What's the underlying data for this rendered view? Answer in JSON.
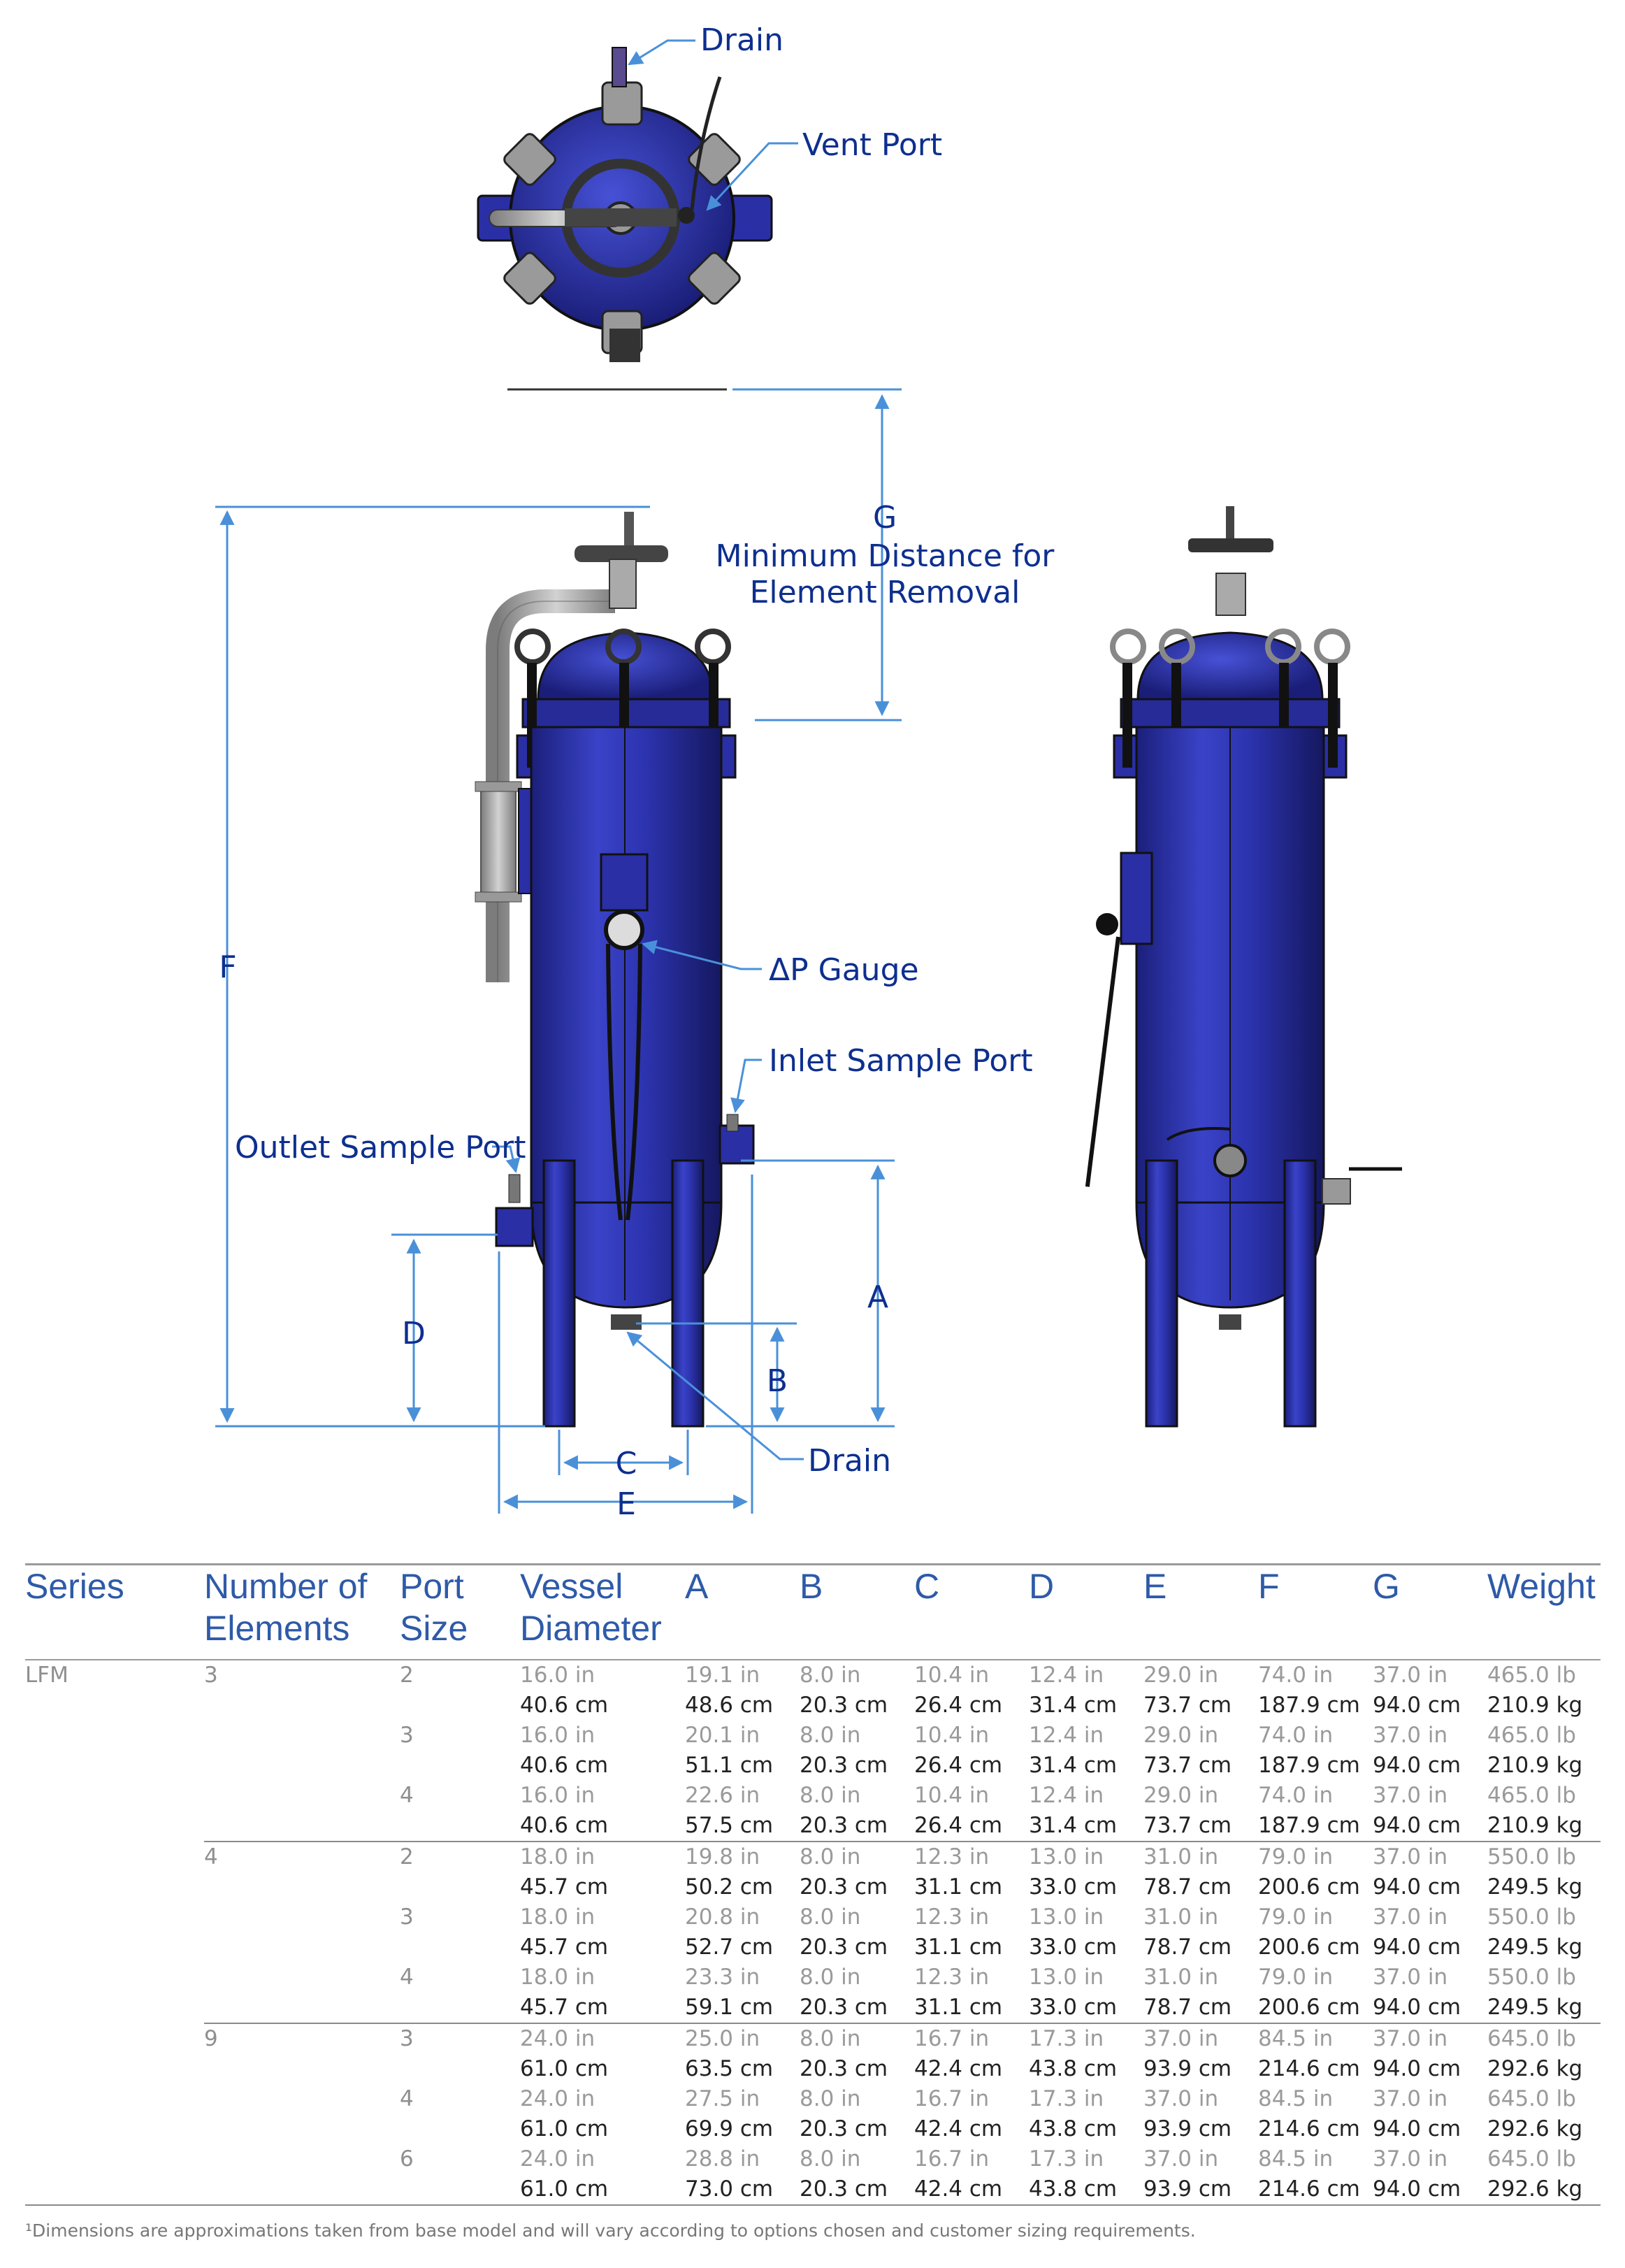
{
  "callouts": {
    "drain_top": "Drain",
    "vent_port": "Vent Port",
    "g_label": "G",
    "g_desc_line1": "Minimum Distance for",
    "g_desc_line2": "Element Removal",
    "dp_gauge": "ΔP Gauge",
    "inlet_sample_port": "Inlet Sample Port",
    "outlet_sample_port": "Outlet Sample Port",
    "drain_bottom": "Drain"
  },
  "dimension_letters": {
    "a": "A",
    "b": "B",
    "c": "C",
    "d": "D",
    "e": "E",
    "f": "F"
  },
  "colors": {
    "vessel_blue": "#2a2fa6",
    "callout_text": "#0d2f8f",
    "dimension_line": "#4a90d9",
    "header_text": "#2e5aa8"
  },
  "table": {
    "headers": {
      "series": "Series",
      "elements_1": "Number of",
      "elements_2": "Elements",
      "port_1": "Port",
      "port_2": "Size",
      "vessel_1": "Vessel",
      "vessel_2": "Diameter",
      "a": "A",
      "b": "B",
      "c": "C",
      "d": "D",
      "e": "E",
      "f": "F",
      "g": "G",
      "weight": "Weight"
    },
    "series_name": "LFM",
    "elements": [
      "3",
      "4",
      "9"
    ],
    "rows": [
      {
        "port": "2",
        "vessel": [
          "16.0 in",
          "40.6 cm"
        ],
        "a": [
          "19.1 in",
          "48.6 cm"
        ],
        "b": [
          "8.0 in",
          "20.3 cm"
        ],
        "c": [
          "10.4 in",
          "26.4 cm"
        ],
        "d": [
          "12.4 in",
          "31.4 cm"
        ],
        "e": [
          "29.0 in",
          "73.7 cm"
        ],
        "f": [
          "74.0 in",
          "187.9 cm"
        ],
        "g": [
          "37.0 in",
          "94.0 cm"
        ],
        "w": [
          "465.0 lb",
          "210.9 kg"
        ]
      },
      {
        "port": "3",
        "vessel": [
          "16.0 in",
          "40.6 cm"
        ],
        "a": [
          "20.1 in",
          "51.1 cm"
        ],
        "b": [
          "8.0 in",
          "20.3 cm"
        ],
        "c": [
          "10.4 in",
          "26.4 cm"
        ],
        "d": [
          "12.4 in",
          "31.4 cm"
        ],
        "e": [
          "29.0 in",
          "73.7 cm"
        ],
        "f": [
          "74.0 in",
          "187.9 cm"
        ],
        "g": [
          "37.0 in",
          "94.0 cm"
        ],
        "w": [
          "465.0 lb",
          "210.9 kg"
        ]
      },
      {
        "port": "4",
        "vessel": [
          "16.0 in",
          "40.6 cm"
        ],
        "a": [
          "22.6 in",
          "57.5 cm"
        ],
        "b": [
          "8.0 in",
          "20.3 cm"
        ],
        "c": [
          "10.4 in",
          "26.4 cm"
        ],
        "d": [
          "12.4 in",
          "31.4 cm"
        ],
        "e": [
          "29.0 in",
          "73.7 cm"
        ],
        "f": [
          "74.0 in",
          "187.9 cm"
        ],
        "g": [
          "37.0 in",
          "94.0 cm"
        ],
        "w": [
          "465.0 lb",
          "210.9 kg"
        ]
      },
      {
        "port": "2",
        "vessel": [
          "18.0 in",
          "45.7 cm"
        ],
        "a": [
          "19.8 in",
          "50.2 cm"
        ],
        "b": [
          "8.0 in",
          "20.3 cm"
        ],
        "c": [
          "12.3 in",
          "31.1 cm"
        ],
        "d": [
          "13.0 in",
          "33.0 cm"
        ],
        "e": [
          "31.0 in",
          "78.7 cm"
        ],
        "f": [
          "79.0 in",
          "200.6 cm"
        ],
        "g": [
          "37.0 in",
          "94.0 cm"
        ],
        "w": [
          "550.0 lb",
          "249.5 kg"
        ]
      },
      {
        "port": "3",
        "vessel": [
          "18.0 in",
          "45.7 cm"
        ],
        "a": [
          "20.8 in",
          "52.7 cm"
        ],
        "b": [
          "8.0 in",
          "20.3 cm"
        ],
        "c": [
          "12.3 in",
          "31.1 cm"
        ],
        "d": [
          "13.0 in",
          "33.0 cm"
        ],
        "e": [
          "31.0 in",
          "78.7 cm"
        ],
        "f": [
          "79.0 in",
          "200.6 cm"
        ],
        "g": [
          "37.0 in",
          "94.0 cm"
        ],
        "w": [
          "550.0 lb",
          "249.5 kg"
        ]
      },
      {
        "port": "4",
        "vessel": [
          "18.0 in",
          "45.7 cm"
        ],
        "a": [
          "23.3 in",
          "59.1 cm"
        ],
        "b": [
          "8.0 in",
          "20.3 cm"
        ],
        "c": [
          "12.3 in",
          "31.1 cm"
        ],
        "d": [
          "13.0 in",
          "33.0 cm"
        ],
        "e": [
          "31.0 in",
          "78.7 cm"
        ],
        "f": [
          "79.0 in",
          "200.6 cm"
        ],
        "g": [
          "37.0 in",
          "94.0 cm"
        ],
        "w": [
          "550.0 lb",
          "249.5 kg"
        ]
      },
      {
        "port": "3",
        "vessel": [
          "24.0 in",
          "61.0 cm"
        ],
        "a": [
          "25.0 in",
          "63.5 cm"
        ],
        "b": [
          "8.0 in",
          "20.3 cm"
        ],
        "c": [
          "16.7 in",
          "42.4 cm"
        ],
        "d": [
          "17.3 in",
          "43.8 cm"
        ],
        "e": [
          "37.0 in",
          "93.9 cm"
        ],
        "f": [
          "84.5 in",
          "214.6 cm"
        ],
        "g": [
          "37.0 in",
          "94.0 cm"
        ],
        "w": [
          "645.0 lb",
          "292.6 kg"
        ]
      },
      {
        "port": "4",
        "vessel": [
          "24.0 in",
          "61.0 cm"
        ],
        "a": [
          "27.5 in",
          "69.9 cm"
        ],
        "b": [
          "8.0 in",
          "20.3 cm"
        ],
        "c": [
          "16.7 in",
          "42.4 cm"
        ],
        "d": [
          "17.3 in",
          "43.8 cm"
        ],
        "e": [
          "37.0 in",
          "93.9 cm"
        ],
        "f": [
          "84.5 in",
          "214.6 cm"
        ],
        "g": [
          "37.0 in",
          "94.0 cm"
        ],
        "w": [
          "645.0 lb",
          "292.6 kg"
        ]
      },
      {
        "port": "6",
        "vessel": [
          "24.0 in",
          "61.0 cm"
        ],
        "a": [
          "28.8 in",
          "73.0 cm"
        ],
        "b": [
          "8.0 in",
          "20.3 cm"
        ],
        "c": [
          "16.7 in",
          "42.4 cm"
        ],
        "d": [
          "17.3 in",
          "43.8 cm"
        ],
        "e": [
          "37.0 in",
          "93.9 cm"
        ],
        "f": [
          "84.5 in",
          "214.6 cm"
        ],
        "g": [
          "37.0 in",
          "94.0 cm"
        ],
        "w": [
          "645.0 lb",
          "292.6 kg"
        ]
      }
    ]
  },
  "footnote": "¹Dimensions are approximations taken from base model and will vary according to options chosen and customer sizing requirements."
}
